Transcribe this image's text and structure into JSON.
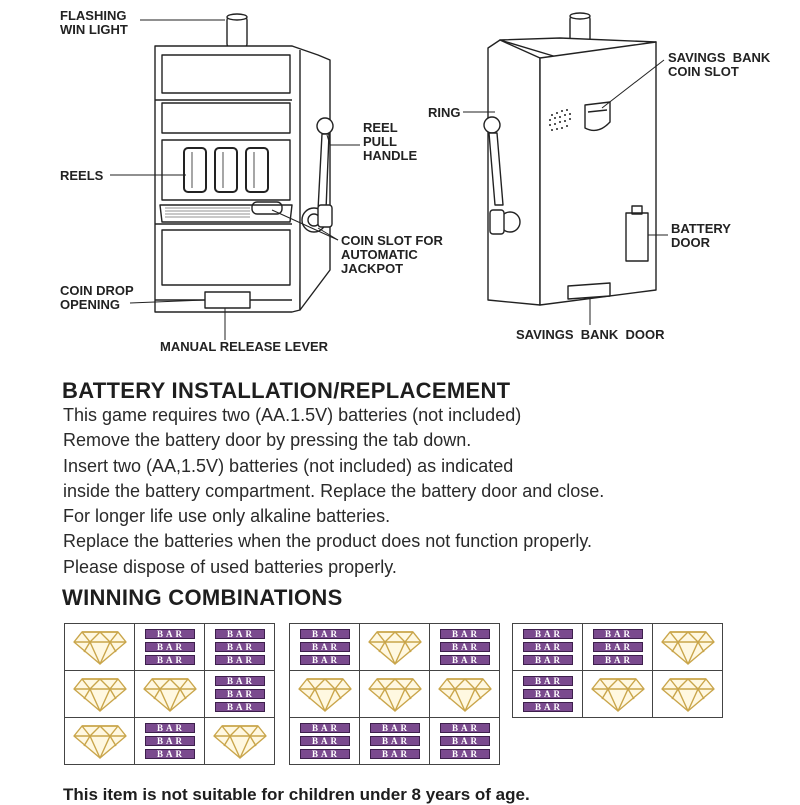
{
  "diagram_labels": {
    "flashing_win_light": [
      "FLASHING",
      "WIN LIGHT"
    ],
    "reel_pull_handle": [
      "REEL",
      "PULL",
      "HANDLE"
    ],
    "reels": "REELS",
    "coin_slot_jackpot": [
      "COIN SLOT FOR",
      "AUTOMATIC",
      "JACKPOT"
    ],
    "coin_drop_opening": [
      "COIN DROP",
      "OPENING"
    ],
    "manual_release_lever": "MANUAL RELEASE LEVER",
    "savings_bank_coin_slot": [
      "SAVINGS  BANK",
      "COIN SLOT"
    ],
    "ring": "RING",
    "battery_door": [
      "BATTERY",
      "DOOR"
    ],
    "savings_bank_door": "SAVINGS  BANK  DOOR"
  },
  "battery_section": {
    "title": "BATTERY INSTALLATION/REPLACEMENT",
    "lines": [
      "This game requires two (AA.1.5V) batteries (not included)",
      "Remove the battery door by pressing the tab down.",
      "Insert two (AA,1.5V) batteries (not included) as indicated",
      "inside the battery compartment. Replace the battery door and close.",
      "For longer life use only alkaline batteries.",
      "Replace the batteries when the product does not function properly.",
      "Please dispose of used batteries properly."
    ]
  },
  "winning_section": {
    "title": "WINNING COMBINATIONS",
    "bar_text": "BAR",
    "symbol_names": {
      "D": "diamond",
      "B": "bar"
    },
    "colors": {
      "diamond_gold": "#c9a54a",
      "bar_purple": "#7a4a8e"
    },
    "grids": [
      {
        "rows": [
          [
            "D",
            "B",
            "B"
          ],
          [
            "D",
            "D",
            "B"
          ],
          [
            "D",
            "B",
            "D"
          ]
        ]
      },
      {
        "rows": [
          [
            "B",
            "D",
            "B"
          ],
          [
            "D",
            "D",
            "D"
          ],
          [
            "B",
            "B",
            "B"
          ]
        ]
      },
      {
        "rows": [
          [
            "B",
            "B",
            "D"
          ],
          [
            "B",
            "D",
            "D"
          ]
        ]
      }
    ]
  },
  "footer_note": "This item is not suitable for children under 8 years of age."
}
